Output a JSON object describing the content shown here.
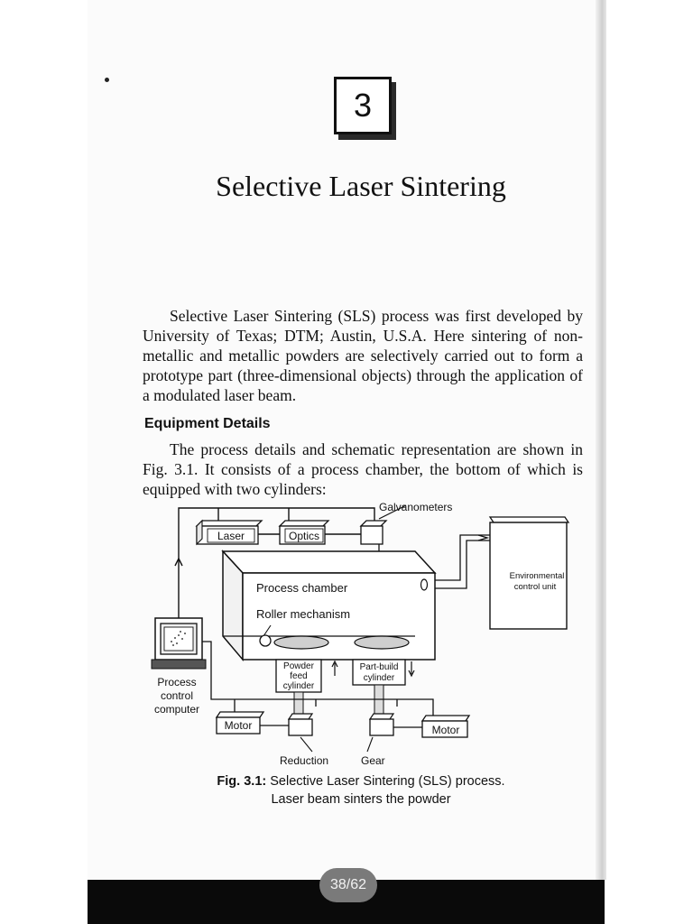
{
  "chapter": {
    "number": "3",
    "title": "Selective Laser Sintering"
  },
  "intro": {
    "paragraph": "Selective Laser Sintering (SLS) process was first developed by University of Texas; DTM; Austin, U.S.A. Here sintering of non-metallic and metallic powders are selectively carried out to form a prototype part (three-dimensional objects) through the application of a modulated laser beam."
  },
  "section": {
    "heading": "Equipment Details",
    "paragraph": "The process details and schematic representation are shown in Fig. 3.1. It consists of a process chamber, the bottom of which is equipped with two cylinders:"
  },
  "figure": {
    "labels": {
      "galvanometers": "Galvanometers",
      "laser": "Laser",
      "optics": "Optics",
      "environmental_line1": "Environmental",
      "environmental_line2": "control unit",
      "process_chamber": "Process chamber",
      "roller_mechanism": "Roller mechanism",
      "powder_feed_line1": "Powder",
      "powder_feed_line2": "feed",
      "powder_feed_line3": "cylinder",
      "part_build_line1": "Part-build",
      "part_build_line2": "cylinder",
      "process_control_line1": "Process",
      "process_control_line2": "control",
      "process_control_line3": "computer",
      "motor_left": "Motor",
      "motor_right": "Motor",
      "reduction": "Reduction",
      "gear": "Gear"
    },
    "caption_label": "Fig. 3.1:",
    "caption_text": "Selective Laser Sintering (SLS) process.",
    "caption_line2": "Laser beam sinters the powder"
  },
  "viewer": {
    "page_indicator": "38/62"
  }
}
